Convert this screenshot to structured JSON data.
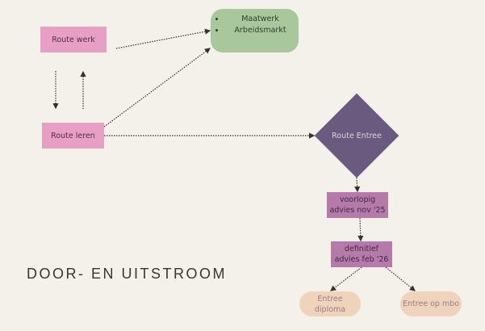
{
  "title": "DOOR- EN UITSTROOM",
  "nodes": {
    "route_werk": "Route werk",
    "route_leren": "Route leren",
    "outcomes": [
      "Maatwerk",
      "Arbeidsmarkt"
    ],
    "route_entree": "Route Entree",
    "voorlopig_1": "voorlopig",
    "voorlopig_2": "advies nov '25",
    "definitief_1": "definitief",
    "definitief_2": "advies feb '26",
    "entree_diploma_1": "Entree",
    "entree_diploma_2": "diploma",
    "entree_mbo": "Entree op mbo"
  },
  "colors": {
    "background": "#f4f0ea",
    "route": "#e79fc6",
    "outcome": "#a9c79d",
    "entree": "#6a5a7f",
    "advies": "#b57aaa",
    "result": "#efd3bb"
  }
}
